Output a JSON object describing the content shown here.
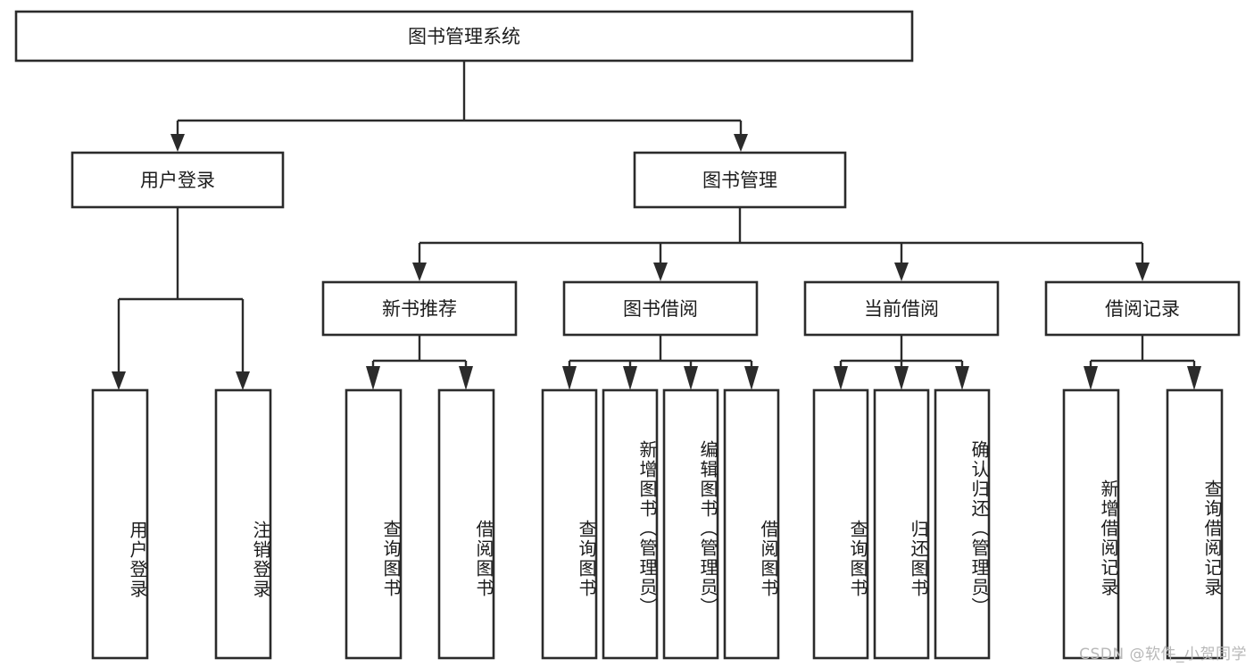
{
  "diagram": {
    "type": "tree",
    "title": "图书管理系统",
    "watermark": "CSDN @软件_小贺同学",
    "colors": {
      "box_stroke": "#2b2b2b",
      "box_fill": "#ffffff",
      "connector": "#2b2b2b",
      "text": "#1c1c1c",
      "watermark": "#b8b8b8",
      "background": "#ffffff"
    },
    "root": {
      "label": "图书管理系统"
    },
    "level2": [
      {
        "label": "用户登录"
      },
      {
        "label": "图书管理"
      }
    ],
    "level3": [
      {
        "label": "新书推荐"
      },
      {
        "label": "图书借阅"
      },
      {
        "label": "当前借阅"
      },
      {
        "label": "借阅记录"
      }
    ],
    "leaves": {
      "user_login": [
        {
          "label": "用户登录"
        },
        {
          "label": "注销登录"
        }
      ],
      "new_book_recommend": [
        {
          "label": "查询图书"
        },
        {
          "label": "借阅图书"
        }
      ],
      "book_borrow": [
        {
          "label": "查询图书"
        },
        {
          "label": "新增图书（管理员）"
        },
        {
          "label": "编辑图书（管理员）"
        },
        {
          "label": "借阅图书"
        }
      ],
      "current_borrow": [
        {
          "label": "查询图书"
        },
        {
          "label": "归还图书"
        },
        {
          "label": "确认归还（管理员）"
        }
      ],
      "borrow_record": [
        {
          "label": "新增借阅记录"
        },
        {
          "label": "查询借阅记录"
        }
      ]
    }
  }
}
